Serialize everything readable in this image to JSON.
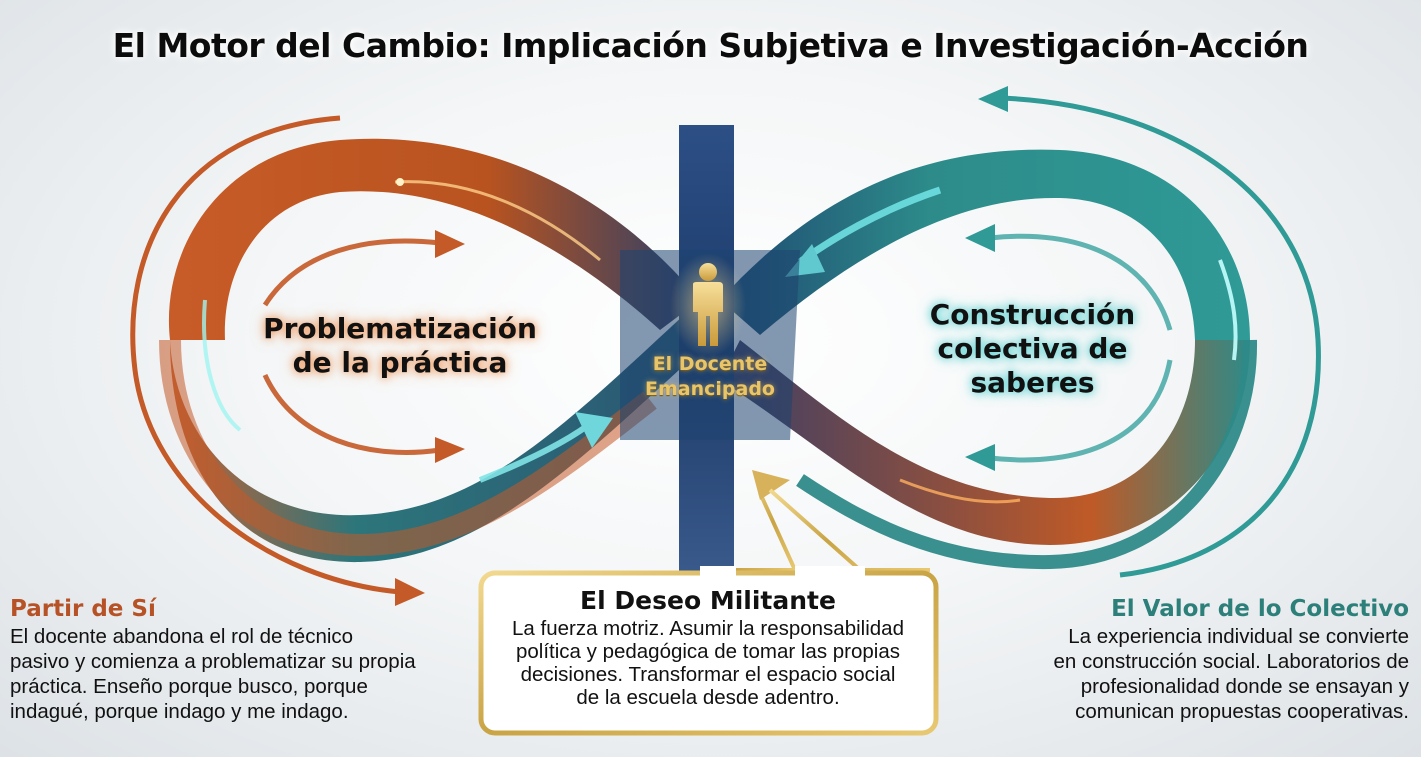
{
  "title": "El Motor del Cambio: Implicación Subjetiva e Investigación-Acción",
  "center": {
    "icon": "person-icon",
    "label_line1": "El Docente",
    "label_line2": "Emancipado"
  },
  "loops": {
    "left": {
      "line1": "Problematización",
      "line2": "de la práctica",
      "color": "#c45a28"
    },
    "right": {
      "line1": "Construcción",
      "line2": "colectiva de",
      "line3": "saberes",
      "color": "#2f8f8c"
    }
  },
  "blocks": {
    "left": {
      "heading": "Partir de Sí",
      "lines": [
        "El docente abandona el rol de técnico",
        "pasivo y comienza a problematizar su propia",
        "práctica. Enseño porque busco, porque",
        "indagué, porque indago y me indago."
      ],
      "color": "#b75227"
    },
    "center": {
      "heading": "El Deseo Militante",
      "lines": [
        "La fuerza motriz. Asumir la responsabilidad",
        "política y pedagógica de tomar las propias",
        "decisiones. Transformar el espacio social",
        "de la escuela desde adentro."
      ],
      "border_color": "#c9a445"
    },
    "right": {
      "heading": "El Valor de lo Colectivo",
      "lines": [
        "La experiencia individual se convierte",
        "en construcción social. Laboratorios de",
        "profesionalidad donde se ensayan y",
        "comunican propuestas cooperativas."
      ],
      "color": "#2d7f7a"
    }
  },
  "colors": {
    "orange": "#c45a28",
    "teal": "#2f8f8c",
    "navy_pillar": "#1f3f6e",
    "gold": "#d8b25a"
  }
}
